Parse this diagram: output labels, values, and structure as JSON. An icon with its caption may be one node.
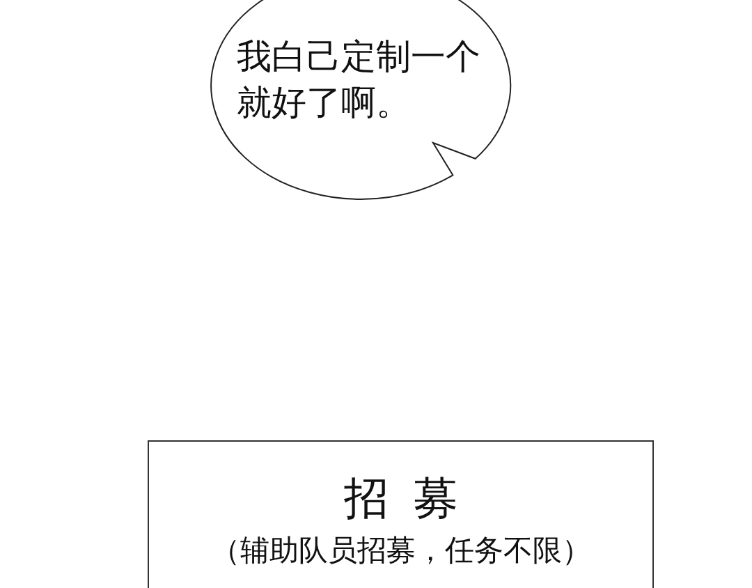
{
  "diagram": {
    "nodes": [
      {
        "text": [
          "我白己定制一个就好了啊。"
        ]
      },
      {
        "text": [
          "招募",
          "（辅助队员招募，任务不限）"
        ]
      }
    ]
  }
}
